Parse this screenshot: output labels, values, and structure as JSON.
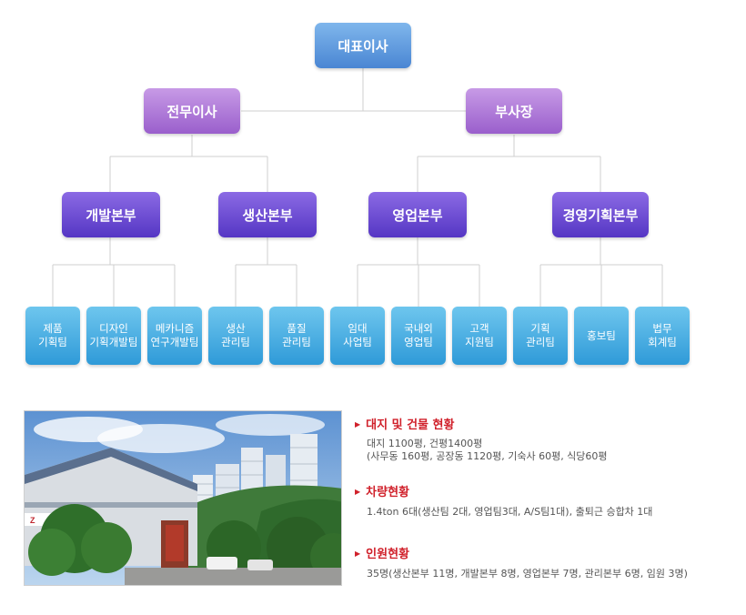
{
  "org": {
    "ceo": "대표이사",
    "executives": [
      "전무이사",
      "부사장"
    ],
    "divisions": [
      "개발본부",
      "생산본부",
      "영업본부",
      "경영기획본부"
    ],
    "teams": [
      "제품\n기획팀",
      "디자인\n기획개발팀",
      "메카니즘\n연구개발팀",
      "생산\n관리팀",
      "품질\n관리팀",
      "임대\n사업팀",
      "국내외\n영업팀",
      "고객\n지원팀",
      "기획\n관리팀",
      "홍보팀",
      "법무\n회계팀"
    ]
  },
  "info": {
    "land": {
      "title": "대지 및 건물 현황",
      "line1": "대지 1100평, 건평1400평",
      "line2": "(사무동 160평, 공장동 1120평, 기숙사 60평, 식당60평"
    },
    "vehicles": {
      "title": "차량현황",
      "line1": "1.4ton 6대(생산팀 2대, 영업팀3대, A/S팀1대), 출퇴근 승합차 1대"
    },
    "staff": {
      "title": "인원현황",
      "line1": "35명(생산본부 11명, 개발본부 8명, 영업본부 7명, 관리본부 6명, 임원 3명)"
    }
  },
  "colors": {
    "ceo": "#5b95dd",
    "executive": "#a96dd6",
    "division": "#6242cc",
    "team": "#3aa5dd",
    "section_title": "#d0202a"
  },
  "icons": {
    "bullet": "triangle-right-icon"
  }
}
